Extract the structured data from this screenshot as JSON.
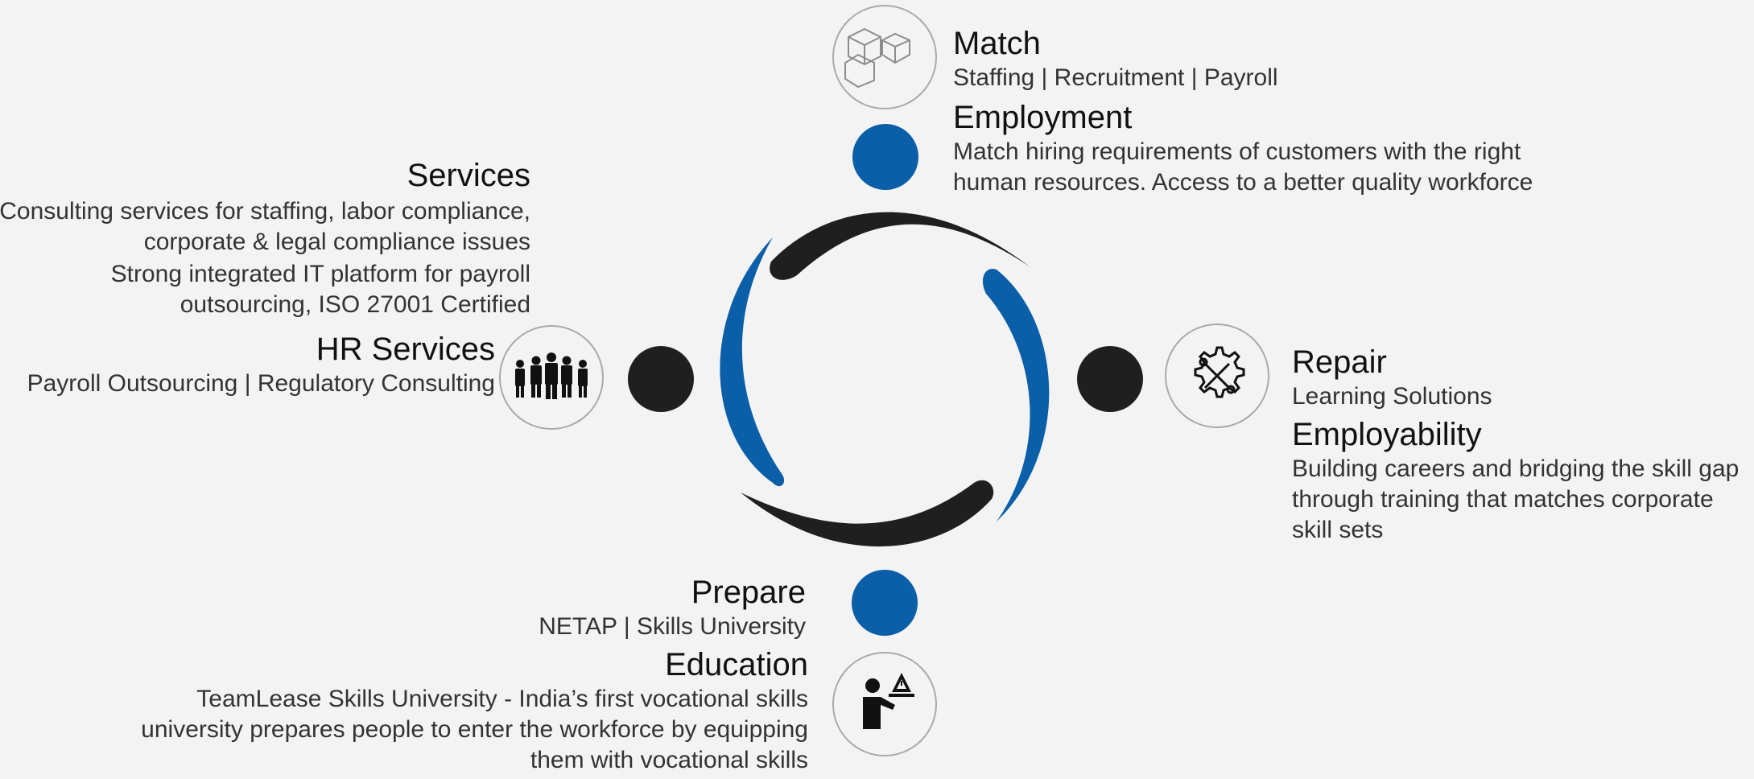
{
  "colors": {
    "blue": "#0b5ea8",
    "dark": "#1f1f1f",
    "ring_border": "#a9a9a9",
    "background": "#f3f3f3"
  },
  "top": {
    "title": "Match",
    "subtitle": "Staffing | Recruitment | Payroll",
    "heading": "Employment",
    "description": "Match hiring requirements of customers with the right human resources. Access to a better quality workforce",
    "icon": "cubes-icon"
  },
  "left": {
    "title": "Services",
    "line1": "Consulting services for staffing, labor compliance, corporate & legal compliance issues",
    "line2": "Strong integrated IT platform for payroll outsourcing, ISO 27001 Certified",
    "heading": "HR Services",
    "subtitle": "Payroll Outsourcing | Regulatory Consulting",
    "icon": "people-group-icon"
  },
  "right": {
    "title": "Repair",
    "subtitle": "Learning Solutions",
    "heading": "Employability",
    "description": "Building careers and bridging the skill gap through training that matches corporate skill sets",
    "icon": "gear-tools-icon"
  },
  "bottom": {
    "title": "Prepare",
    "subtitle": "NETAP | Skills University",
    "heading": "Education",
    "description": "TeamLease Skills University - India’s first vocational skills university prepares people to enter the workforce by equipping them with vocational skills",
    "icon": "teacher-icon"
  }
}
